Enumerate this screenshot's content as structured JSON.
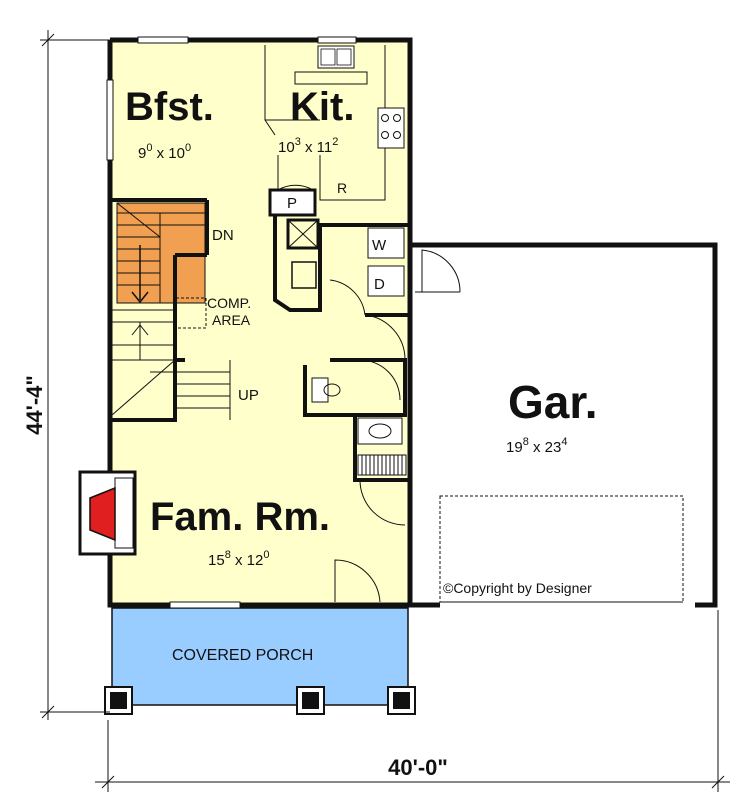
{
  "rooms": {
    "bfst": {
      "name": "Bfst.",
      "size": "9 0 x 10 0"
    },
    "kit": {
      "name": "Kit.",
      "size": "10 3 x 11 2"
    },
    "fam": {
      "name": "Fam. Rm.",
      "size": "15 8 x 12 0"
    },
    "gar": {
      "name": "Gar.",
      "size": "19 8 x 23 4"
    }
  },
  "labels": {
    "dn": "DN",
    "up": "UP",
    "comp1": "COMP.",
    "comp2": "AREA",
    "pantry": "P",
    "range": "R",
    "washer": "W",
    "dryer": "D",
    "porch": "COVERED PORCH",
    "copyright": "©Copyright by Designer"
  },
  "dimensions": {
    "depth": "44'-4\"",
    "width": "40'-0\""
  },
  "colors": {
    "floor": "#FFFFCC",
    "porch": "#99CCFF",
    "stairs_down": "#F0A050",
    "fireplace": "#E02020",
    "wall": "#111111"
  }
}
